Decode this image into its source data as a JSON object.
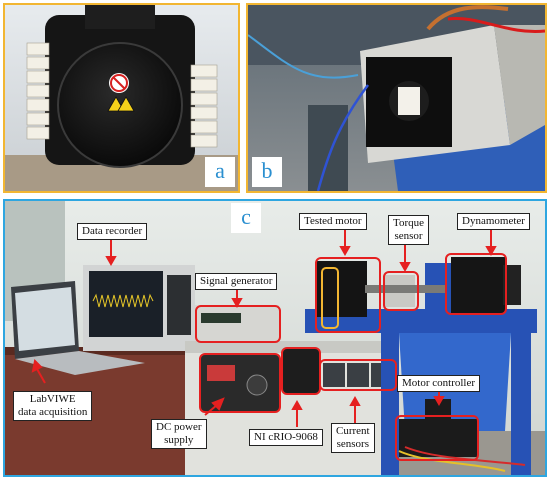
{
  "panels": {
    "a": {
      "tag": "a"
    },
    "b": {
      "tag": "b"
    },
    "c": {
      "tag": "c"
    }
  },
  "labels": {
    "data_recorder": "Data recorder",
    "signal_generator": "Signal generator",
    "tested_motor": "Tested motor",
    "torque_sensor_1": "Torque",
    "torque_sensor_2": "sensor",
    "dynamometer": "Dynamometer",
    "labview_1": "LabVIWE",
    "labview_2": "data acquisition",
    "dc_power_1": "DC power",
    "dc_power_2": "supply",
    "ni_crio": "NI cRIO-9068",
    "current_sensors_1": "Current",
    "current_sensors_2": "sensors",
    "motor_controller": "Motor controller"
  },
  "colors": {
    "panel_border_top": "#f2b632",
    "panel_border_bottom": "#2ea6e0",
    "highlight_red": "#e52020",
    "highlight_yellow": "#f2b632",
    "tag_text": "#2a8fd0"
  }
}
